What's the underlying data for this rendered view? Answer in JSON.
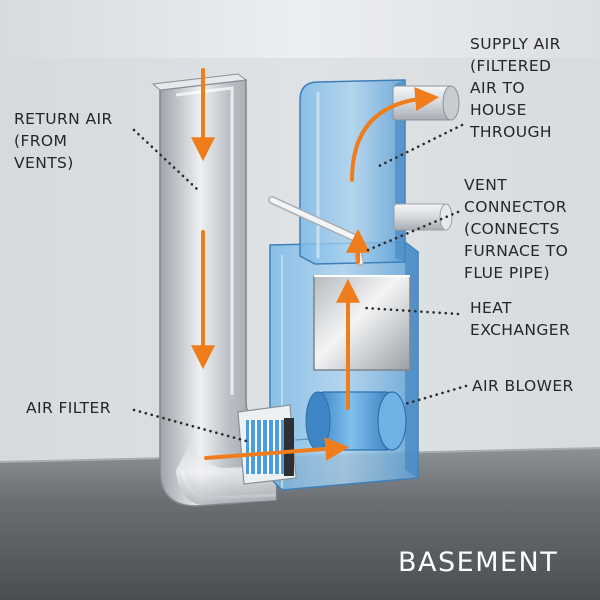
{
  "labels": {
    "return_air": [
      "RETURN AIR",
      "(FROM",
      "VENTS)"
    ],
    "air_filter": [
      "AIR FILTER"
    ],
    "supply_air": [
      "SUPPLY AIR",
      "(FILTERED",
      "AIR TO",
      "HOUSE",
      "THROUGH"
    ],
    "vent_connector": [
      "VENT",
      "CONNECTOR",
      "(CONNECTS",
      "FURNACE TO",
      "FLUE PIPE)"
    ],
    "heat_exchanger": [
      "HEAT",
      "EXCHANGER"
    ],
    "air_blower": [
      "AIR BLOWER"
    ],
    "basement": [
      "BASEMENT"
    ]
  },
  "colors": {
    "airflow_arrow": "#f07d1c",
    "furnace_blue": "#5aa6dc",
    "duct_metal": "#c9ced3",
    "floor": "#62676c",
    "wall": "#e4e7ea",
    "leader_dots": "#2b2b2b"
  },
  "icons": {
    "airflow": "orange-arrow",
    "leader": "dotted-line"
  }
}
